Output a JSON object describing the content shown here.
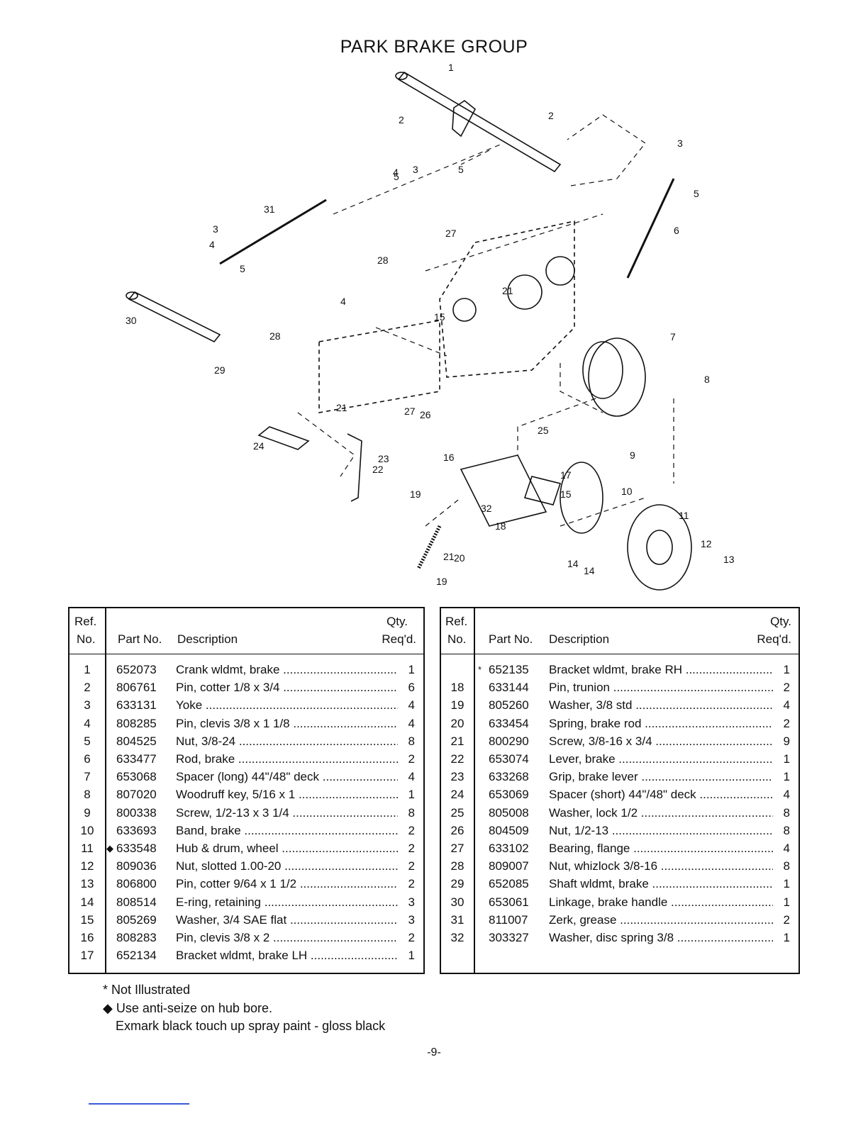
{
  "title": "PARK BRAKE GROUP",
  "diagram": {
    "callouts": [
      "1",
      "2",
      "2",
      "3",
      "3",
      "3",
      "4",
      "4",
      "4",
      "5",
      "5",
      "5",
      "5",
      "6",
      "7",
      "8",
      "9",
      "10",
      "11",
      "12",
      "13",
      "14",
      "14",
      "15",
      "15",
      "16",
      "17",
      "18",
      "19",
      "19",
      "20",
      "21",
      "21",
      "21",
      "22",
      "23",
      "24",
      "25",
      "26",
      "27",
      "27",
      "28",
      "28",
      "29",
      "30",
      "31",
      "32"
    ]
  },
  "table_headers": {
    "ref": "Ref.",
    "no": "No.",
    "part_no": "Part No.",
    "description": "Description",
    "qty": "Qty.",
    "reqd": "Req'd."
  },
  "parts_left": [
    {
      "ref": "1",
      "mark": "",
      "part": "652073",
      "desc": "Crank wldmt, brake",
      "qty": "1"
    },
    {
      "ref": "2",
      "mark": "",
      "part": "806761",
      "desc": "Pin, cotter 1/8 x 3/4",
      "qty": "6"
    },
    {
      "ref": "3",
      "mark": "",
      "part": "633131",
      "desc": "Yoke",
      "qty": "4"
    },
    {
      "ref": "4",
      "mark": "",
      "part": "808285",
      "desc": "Pin, clevis 3/8 x 1 1/8",
      "qty": "4"
    },
    {
      "ref": "5",
      "mark": "",
      "part": "804525",
      "desc": "Nut, 3/8-24",
      "qty": "8"
    },
    {
      "ref": "6",
      "mark": "",
      "part": "633477",
      "desc": "Rod, brake",
      "qty": "2"
    },
    {
      "ref": "7",
      "mark": "",
      "part": "653068",
      "desc": "Spacer (long) 44\"/48\" deck",
      "qty": "4"
    },
    {
      "ref": "8",
      "mark": "",
      "part": "807020",
      "desc": "Woodruff key, 5/16 x 1",
      "qty": "1"
    },
    {
      "ref": "9",
      "mark": "",
      "part": "800338",
      "desc": "Screw, 1/2-13 x 3 1/4",
      "qty": "8"
    },
    {
      "ref": "10",
      "mark": "",
      "part": "633693",
      "desc": "Band, brake",
      "qty": "2"
    },
    {
      "ref": "11",
      "mark": "◆",
      "part": "633548",
      "desc": "Hub & drum, wheel",
      "qty": "2"
    },
    {
      "ref": "12",
      "mark": "",
      "part": "809036",
      "desc": "Nut, slotted 1.00-20",
      "qty": "2"
    },
    {
      "ref": "13",
      "mark": "",
      "part": "806800",
      "desc": "Pin, cotter 9/64 x 1 1/2",
      "qty": "2"
    },
    {
      "ref": "14",
      "mark": "",
      "part": "808514",
      "desc": "E-ring, retaining",
      "qty": "3"
    },
    {
      "ref": "15",
      "mark": "",
      "part": "805269",
      "desc": "Washer, 3/4 SAE flat",
      "qty": "3"
    },
    {
      "ref": "16",
      "mark": "",
      "part": "808283",
      "desc": "Pin, clevis 3/8 x 2",
      "qty": "2"
    },
    {
      "ref": "17",
      "mark": "",
      "part": "652134",
      "desc": "Bracket wldmt, brake LH",
      "qty": "1"
    }
  ],
  "parts_right": [
    {
      "ref": "",
      "mark": "*",
      "part": "652135",
      "desc": "Bracket wldmt, brake RH",
      "qty": "1"
    },
    {
      "ref": "18",
      "mark": "",
      "part": "633144",
      "desc": "Pin, trunion",
      "qty": "2"
    },
    {
      "ref": "19",
      "mark": "",
      "part": "805260",
      "desc": "Washer, 3/8 std",
      "qty": "4"
    },
    {
      "ref": "20",
      "mark": "",
      "part": "633454",
      "desc": "Spring, brake rod",
      "qty": "2"
    },
    {
      "ref": "21",
      "mark": "",
      "part": "800290",
      "desc": "Screw, 3/8-16 x 3/4",
      "qty": "9"
    },
    {
      "ref": "22",
      "mark": "",
      "part": "653074",
      "desc": "Lever, brake",
      "qty": "1"
    },
    {
      "ref": "23",
      "mark": "",
      "part": "633268",
      "desc": "Grip, brake lever",
      "qty": "1"
    },
    {
      "ref": "24",
      "mark": "",
      "part": "653069",
      "desc": "Spacer (short) 44\"/48\" deck",
      "qty": "4"
    },
    {
      "ref": "25",
      "mark": "",
      "part": "805008",
      "desc": "Washer, lock 1/2",
      "qty": "8"
    },
    {
      "ref": "26",
      "mark": "",
      "part": "804509",
      "desc": "Nut, 1/2-13",
      "qty": "8"
    },
    {
      "ref": "27",
      "mark": "",
      "part": "633102",
      "desc": "Bearing, flange",
      "qty": "4"
    },
    {
      "ref": "28",
      "mark": "",
      "part": "809007",
      "desc": "Nut, whizlock 3/8-16",
      "qty": "8"
    },
    {
      "ref": "29",
      "mark": "",
      "part": "652085",
      "desc": "Shaft wldmt, brake",
      "qty": "1"
    },
    {
      "ref": "30",
      "mark": "",
      "part": "653061",
      "desc": "Linkage, brake handle",
      "qty": "1"
    },
    {
      "ref": "31",
      "mark": "",
      "part": "811007",
      "desc": "Zerk, grease",
      "qty": "2"
    },
    {
      "ref": "32",
      "mark": "",
      "part": "303327",
      "desc": "Washer, disc spring 3/8",
      "qty": "1"
    }
  ],
  "notes": {
    "not_illustrated": "* Not Illustrated",
    "anti_seize": "◆ Use anti-seize on hub bore.",
    "paint": "Exmark black touch up spray paint - gloss black"
  },
  "page_number": "-9-"
}
